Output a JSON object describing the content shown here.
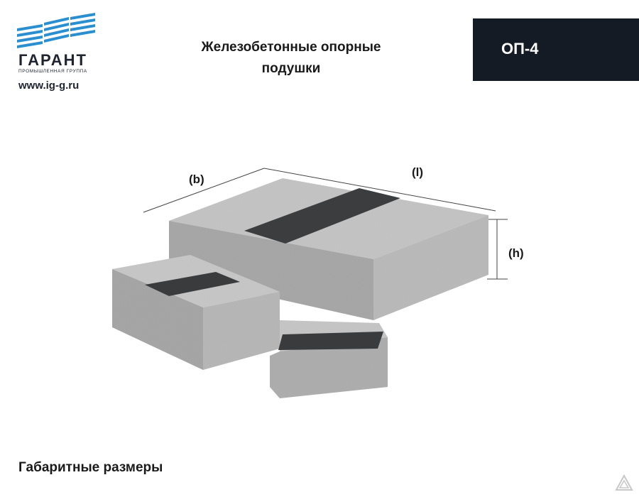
{
  "header": {
    "brand_name": "ГАРАНТ",
    "brand_subtitle": "промышленная группа",
    "website": "www.ig-g.ru",
    "title_line1": "Железобетонные опорные",
    "title_line2": "подушки",
    "product_code": "ОП-4"
  },
  "diagram": {
    "label_width": "(b)",
    "label_length": "(l)",
    "label_height": "(h)"
  },
  "footer": {
    "heading": "Габаритные размеры"
  },
  "colors": {
    "brand_blue": "#2a8fd0",
    "dark_box": "#151b24",
    "concrete": "#b7b7b7"
  },
  "icons": {
    "logo": "building-stripes-logo",
    "watermark": "triangle-logo"
  }
}
